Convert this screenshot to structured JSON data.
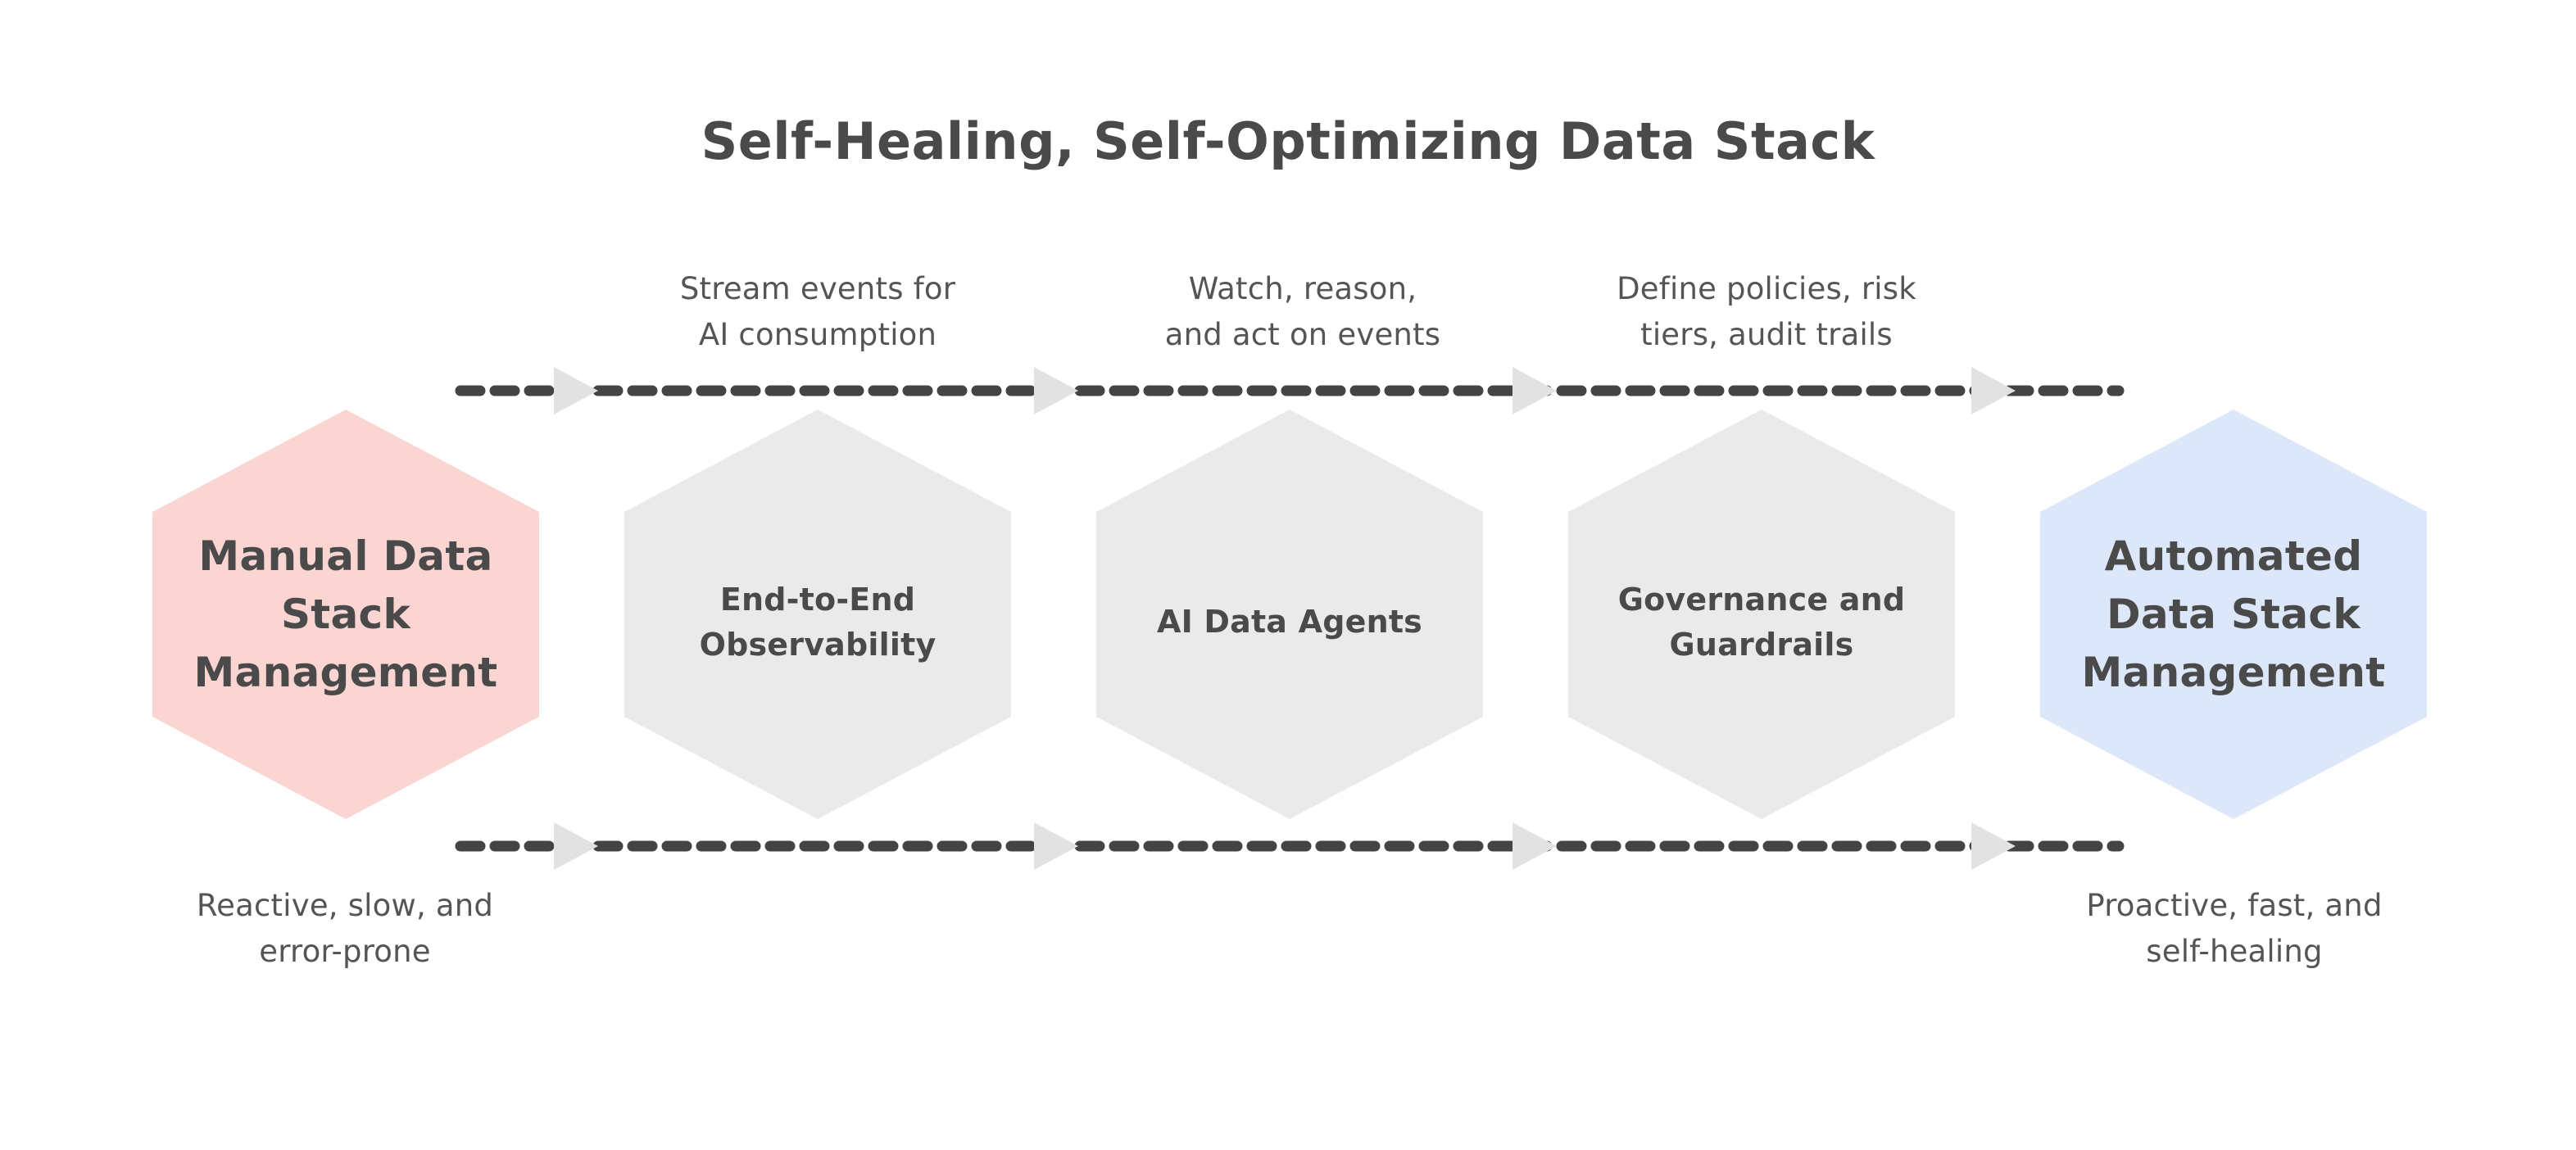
{
  "diagram": {
    "title": "Self-Healing, Self-Optimizing Data Stack",
    "background_color": "#ffffff",
    "text_color": "#4a4a4a",
    "nodes": [
      {
        "id": "manual",
        "label": "Manual Data\nStack\nManagement",
        "line1": "Manual Data",
        "line2": "Stack",
        "line3": "Management",
        "fill": "#fbd5d2",
        "role": "start-state"
      },
      {
        "id": "observability",
        "label": "End-to-End\nObservability",
        "line1": "End-to-End",
        "line2": "Observability",
        "line3": "",
        "fill": "#eaeaea",
        "role": "stage"
      },
      {
        "id": "ai-agents",
        "label": "AI Data Agents",
        "line1": "AI Data Agents",
        "line2": "",
        "line3": "",
        "fill": "#eaeaea",
        "role": "stage"
      },
      {
        "id": "governance",
        "label": "Governance and\nGuardrails",
        "line1": "Governance and",
        "line2": "Guardrails",
        "line3": "",
        "fill": "#eaeaea",
        "role": "stage"
      },
      {
        "id": "automated",
        "label": "Automated\nData Stack\nManagement",
        "line1": "Automated",
        "line2": "Data Stack",
        "line3": "Management",
        "fill": "#dce7f9",
        "role": "end-state"
      }
    ],
    "step_notes": [
      {
        "id": "note-stream",
        "line1": "Stream events for",
        "line2": "AI consumption"
      },
      {
        "id": "note-watch",
        "line1": "Watch, reason,",
        "line2": "and act on events"
      },
      {
        "id": "note-governance",
        "line1": "Define policies, risk",
        "line2": "tiers, audit trails"
      }
    ],
    "end_captions": [
      {
        "id": "caption-left",
        "line1": "Reactive, slow, and",
        "line2": "error-prone"
      },
      {
        "id": "caption-right",
        "line1": "Proactive, fast, and",
        "line2": "self-healing"
      }
    ],
    "rails": {
      "dash_color": "#444444",
      "arrow_color": "#e2e2e2",
      "dash_pattern": "24 18"
    }
  }
}
